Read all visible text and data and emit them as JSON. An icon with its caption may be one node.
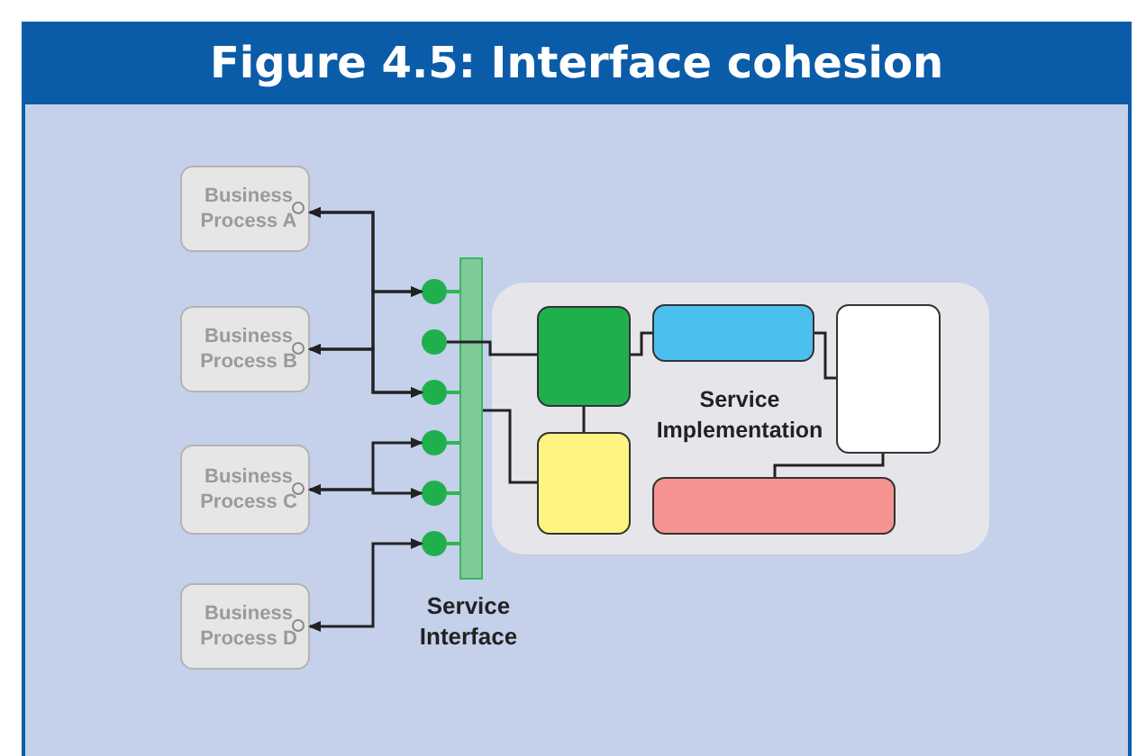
{
  "diagram": {
    "title": "Figure 4.5: Interface cohesion",
    "nodes": [
      {
        "text": [
          "Business Process A"
        ]
      },
      {
        "text": [
          "Business Process B"
        ]
      },
      {
        "text": [
          "Business Process C"
        ]
      },
      {
        "text": [
          "Business Process D"
        ]
      },
      {
        "text": [],
        "shape": "circle"
      },
      {
        "text": [],
        "shape": "circle"
      },
      {
        "text": [],
        "shape": "circle"
      },
      {
        "text": [],
        "shape": "circle"
      },
      {
        "text": [],
        "shape": "circle"
      },
      {
        "text": [],
        "shape": "circle"
      },
      {
        "text": [
          "Service Interface"
        ]
      },
      {
        "text": [
          "Service Implementation"
        ]
      },
      {
        "text": [],
        "shape": "box",
        "in": 11
      },
      {
        "text": [],
        "shape": "box",
        "in": 11
      },
      {
        "text": [],
        "shape": "box",
        "in": 11
      },
      {
        "text": [],
        "shape": "box",
        "in": 11
      },
      {
        "text": [],
        "shape": "box",
        "in": 11
      }
    ],
    "edges": [
      {
        "from": 0,
        "to": 4,
        "arrow": "both"
      },
      {
        "from": 0,
        "to": 6,
        "arrow": "both"
      },
      {
        "from": 1,
        "to": 4,
        "arrow": "both"
      },
      {
        "from": 1,
        "to": 6,
        "arrow": "both"
      },
      {
        "from": 2,
        "to": 7,
        "arrow": "both"
      },
      {
        "from": 2,
        "to": 8,
        "arrow": "both"
      },
      {
        "from": 3,
        "to": 9,
        "arrow": "both"
      },
      {
        "from": 5,
        "to": 12,
        "arrow": "none"
      },
      {
        "from": 10,
        "to": 15,
        "arrow": "none"
      },
      {
        "from": 12,
        "to": 15,
        "arrow": "none"
      },
      {
        "from": 12,
        "to": 13,
        "arrow": "none"
      },
      {
        "from": 13,
        "to": 14,
        "arrow": "none"
      },
      {
        "from": 14,
        "to": 16,
        "arrow": "none"
      },
      {
        "from": 4,
        "to": 10,
        "arrow": "none",
        "color": "#2db84f"
      },
      {
        "from": 6,
        "to": 10,
        "arrow": "none",
        "color": "#2db84f"
      },
      {
        "from": 7,
        "to": 10,
        "arrow": "none",
        "color": "#2db84f"
      },
      {
        "from": 8,
        "to": 10,
        "arrow": "none",
        "color": "#2db84f"
      },
      {
        "from": 9,
        "to": 10,
        "arrow": "none",
        "color": "#2db84f"
      }
    ]
  }
}
